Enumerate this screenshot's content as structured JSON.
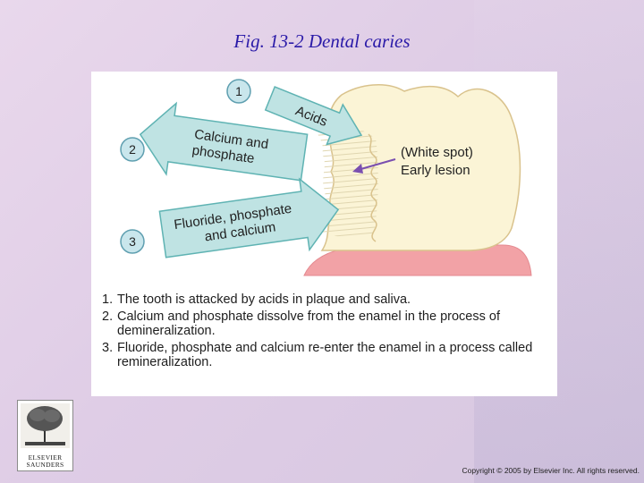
{
  "slide": {
    "title": "Fig. 13-2  Dental caries",
    "copyright": "Copyright © 2005 by Elsevier Inc. All rights reserved."
  },
  "figure": {
    "step_numbers": [
      "1",
      "2",
      "3"
    ],
    "arrow_acids": "Acids",
    "arrow_calcium_line1": "Calcium and",
    "arrow_calcium_line2": "phosphate",
    "arrow_fluoride_line1": "Fluoride, phosphate",
    "arrow_fluoride_line2": "and calcium",
    "lesion_line1": "(White spot)",
    "lesion_line2": "Early lesion"
  },
  "caption": [
    {
      "num": "1.",
      "text": "The tooth is attacked by acids in plaque and saliva."
    },
    {
      "num": "2.",
      "text": "Calcium and phosphate dissolve from the enamel in the process of demineralization."
    },
    {
      "num": "3.",
      "text": "Fluoride, phosphate and calcium re-enter the enamel in a process called remineralization."
    }
  ],
  "logo": {
    "line1": "ELSEVIER",
    "line2": "SAUNDERS"
  },
  "colors": {
    "title": "#2a1aa8",
    "arrow_fill": "#bfe3e3",
    "arrow_stroke": "#5fb3b3",
    "gum": "#f2a2a6",
    "tooth": "#fbf4d6",
    "lesion_arrow": "#7a4fb0"
  }
}
